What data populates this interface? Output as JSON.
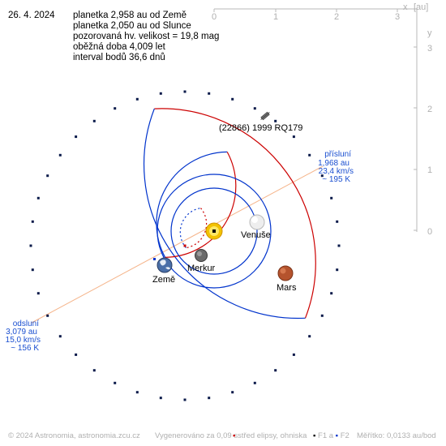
{
  "header": {
    "date": "26. 4. 2024",
    "info": [
      "planetka 2,958 au od Země",
      "planetka 2,050 au od Slunce",
      "pozorovaná hv. velikost = 19,8 mag",
      "oběžná doba 4,009 let",
      "interval bodů 36,6 dnů"
    ]
  },
  "axes": {
    "x_ticks": [
      "0",
      "1",
      "2",
      "3"
    ],
    "y_ticks": [
      "0",
      "1",
      "2",
      "3"
    ],
    "x_label": "x",
    "y_label": "y",
    "unit": "[au]"
  },
  "asteroid": {
    "name": "(22866) 1999 RQ179"
  },
  "perihelion": {
    "title": "přísluní",
    "distance": "1,968 au",
    "speed": "23,4 km/s",
    "temp": "~ 195 K"
  },
  "aphelion": {
    "title": "odsluní",
    "distance": "3,079 au",
    "speed": "15,0 km/s",
    "temp": "~ 156 K"
  },
  "planets": {
    "venus": "Venuše",
    "mercury": "Merkur",
    "earth": "Země",
    "mars": "Mars"
  },
  "footer": {
    "copyright": "© 2024 Astronomia, astronomia.zcu.cz",
    "generated": "Vygenerováno za 0,09 s",
    "legend_center": "střed elipsy, ohniska",
    "legend_f1": "F1 a",
    "legend_f2": "F2",
    "scale": "Měřítko: 0,0133 au/bod"
  },
  "colors": {
    "orbit_red": "#cc0000",
    "orbit_blue": "#0033cc",
    "apsis_line": "#f5b48a",
    "label_blue": "#1a4fd0",
    "axis_gray": "#b8b8b8"
  }
}
